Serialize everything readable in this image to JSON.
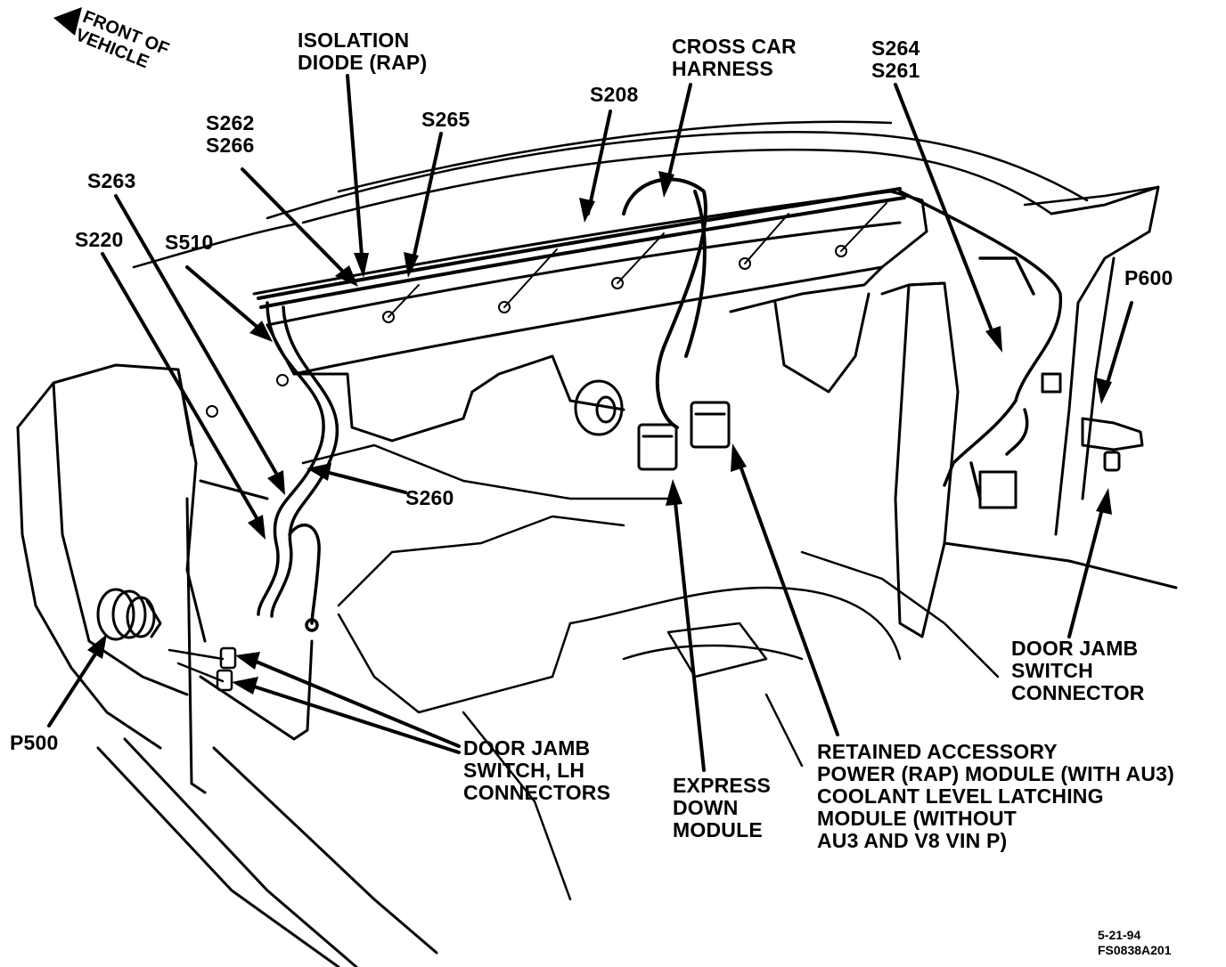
{
  "orientation": {
    "lines": [
      "FRONT OF",
      "VEHICLE"
    ]
  },
  "labels": {
    "isolation_diode": [
      "ISOLATION",
      "DIODE (RAP)"
    ],
    "cross_car_harness": [
      "CROSS CAR",
      "HARNESS"
    ],
    "s264_s261": [
      "S264",
      "S261"
    ],
    "s208": "S208",
    "s262_s266": [
      "S262",
      "S266"
    ],
    "s265": "S265",
    "s263": "S263",
    "s220": "S220",
    "s510": "S510",
    "s260": "S260",
    "p600": "P600",
    "p500": "P500",
    "door_jamb_switch_connector": [
      "DOOR JAMB",
      "SWITCH",
      "CONNECTOR"
    ],
    "door_jamb_switch_lh": [
      "DOOR JAMB",
      "SWITCH, LH",
      "CONNECTORS"
    ],
    "express_down_module": [
      "EXPRESS",
      "DOWN",
      "MODULE"
    ],
    "rap_module": [
      "RETAINED ACCESSORY",
      "POWER (RAP) MODULE (WITH AU3)",
      "COOLANT LEVEL LATCHING",
      "MODULE (WITHOUT",
      "AU3 AND V8  VIN P)"
    ]
  },
  "footer": {
    "date": "5-21-94",
    "figure_code": "FS0838A201"
  }
}
